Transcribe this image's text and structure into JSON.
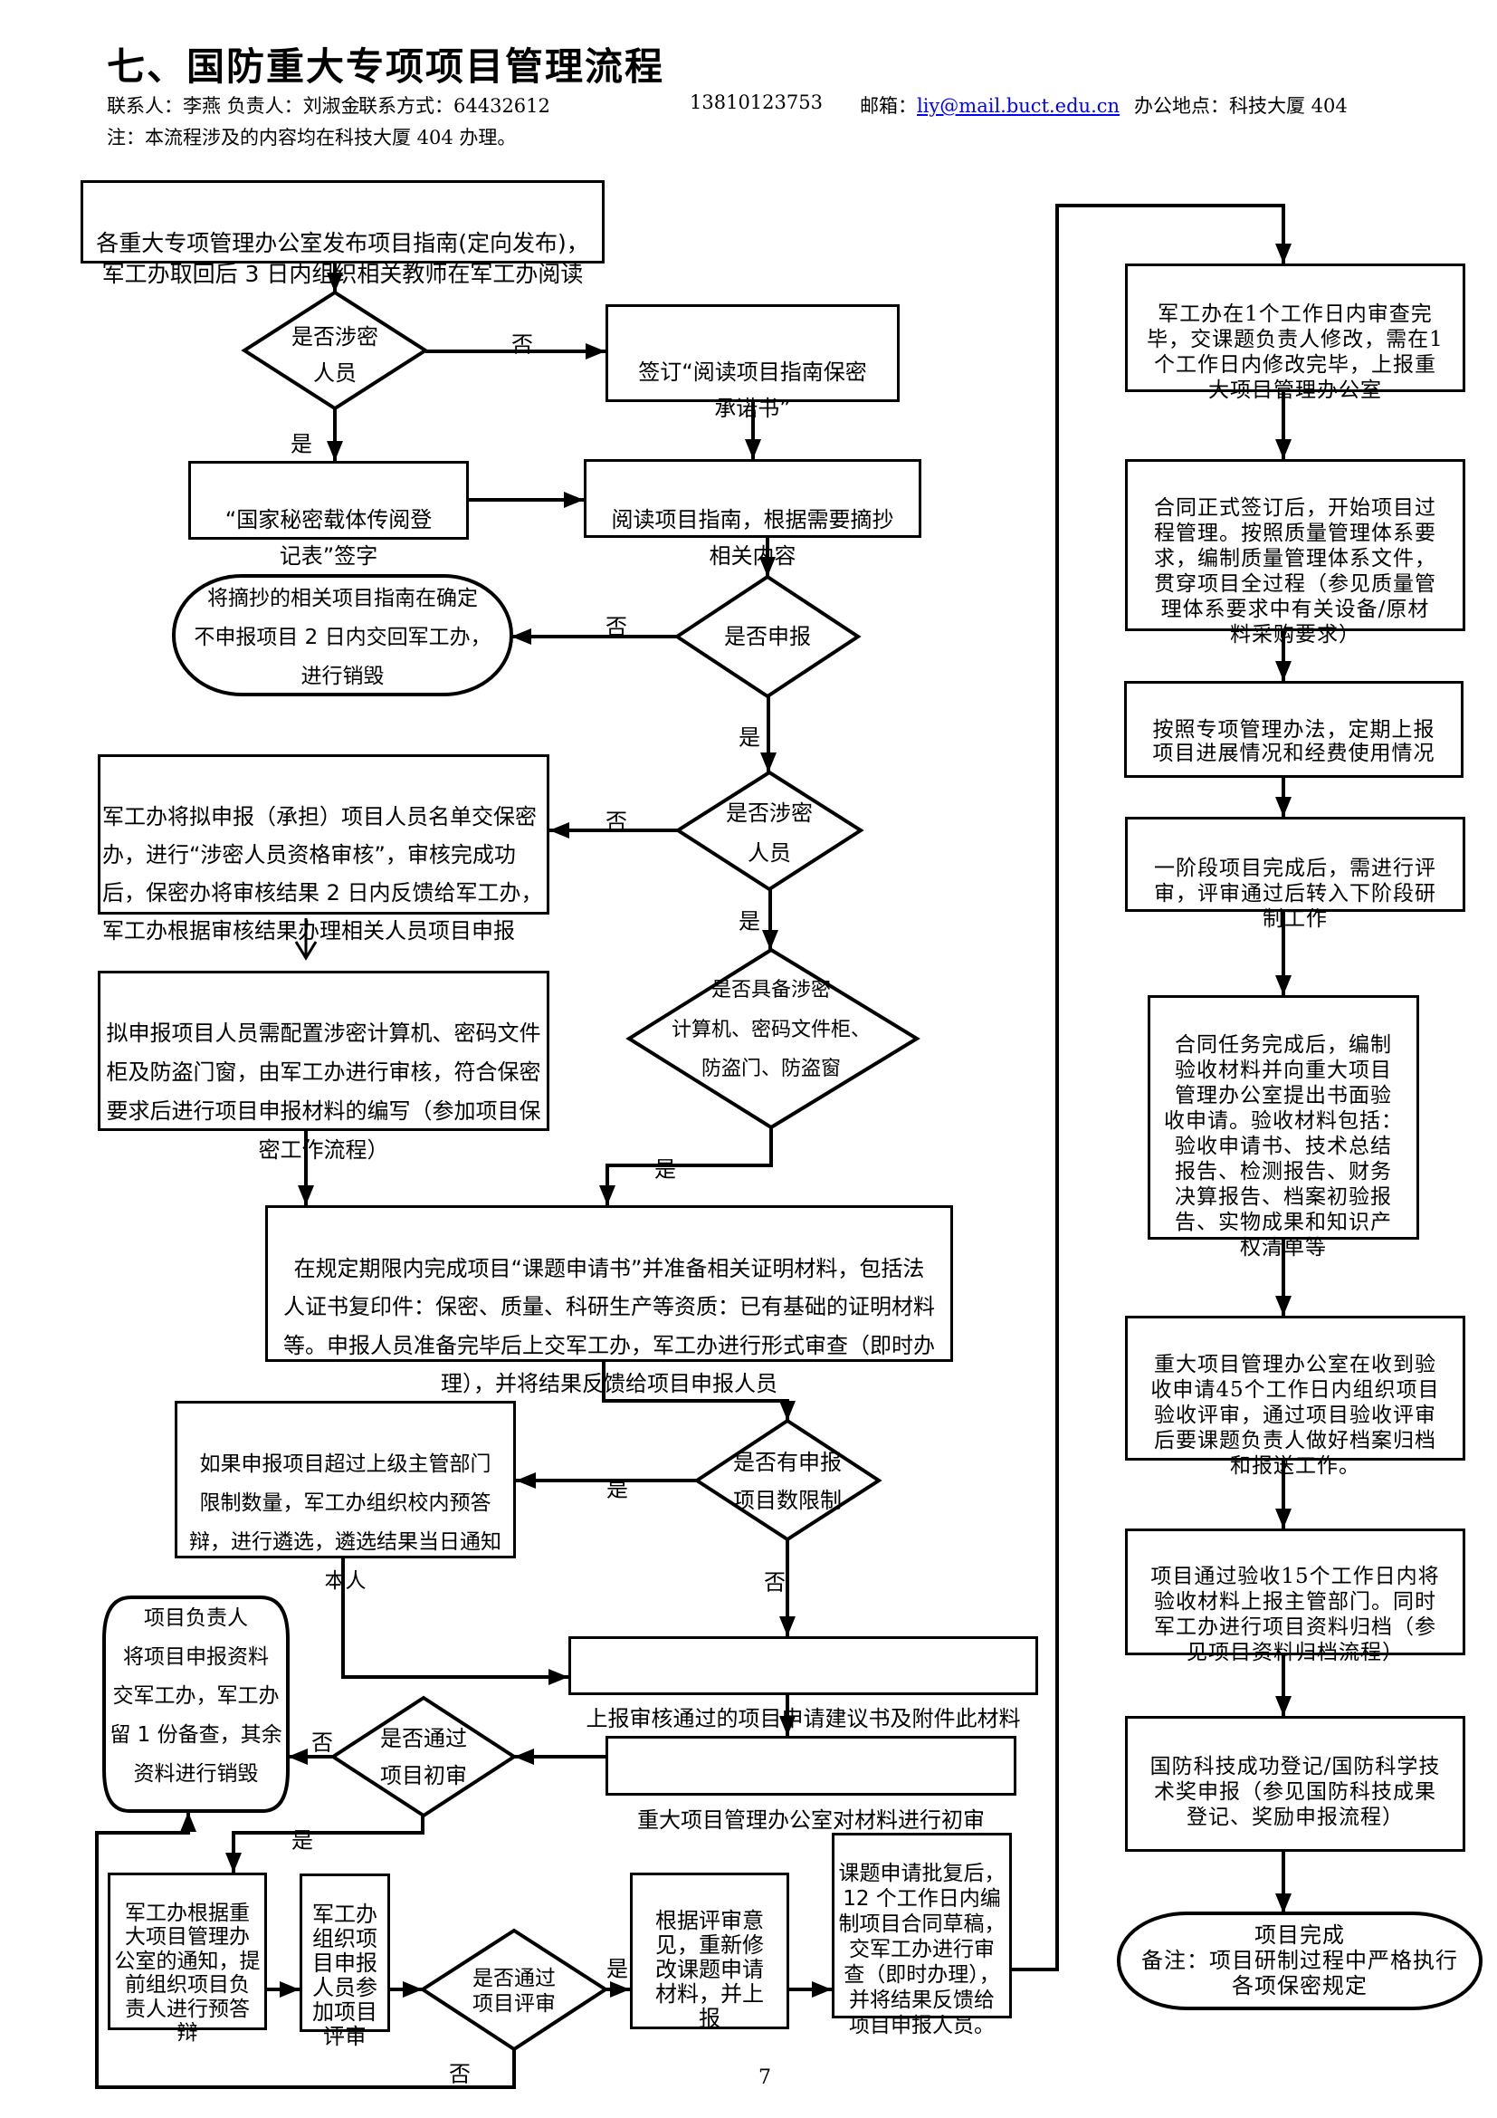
{
  "header": {
    "title": "七、国防重大专项项目管理流程",
    "contact_person_label": "联系人：",
    "contact_person": "李燕",
    "owner_label": "负责人：",
    "owner": "刘淑金",
    "phone_label": "联系方式：",
    "phone": "64432612",
    "mobile": "13810123753",
    "email_label": "邮箱：",
    "email": "liy@mail.buct.edu.cn",
    "office_label": "办公地点：",
    "office": "科技大厦 404",
    "note": "注：本流程涉及的内容均在科技大厦 404 办理。"
  },
  "labels": {
    "yes": "是",
    "no": "否"
  },
  "nodes": {
    "publish_guide": "各重大专项管理办公室发布项目指南(定向发布)，\n军工办取回后 3 日内组织相关教师在军工办阅读",
    "decision_classified_1": "是否涉密\n人员",
    "sign_commitment": "签订“阅读项目指南保密\n承诺书”",
    "sign_register": "“国家秘密载体传阅登\n记表”签字",
    "read_guide": "阅读项目指南，根据需要摘抄\n相关内容",
    "decision_apply": "是否申报",
    "return_destroy": "将摘抄的相关项目指南在确定\n不申报项目 2 日内交回军工办，\n进行销毁",
    "decision_classified_2": "是否涉密\n人员",
    "qualification_review": "军工办将拟申报（承担）项目人员名单交保密\n办，进行“涉密人员资格审核”，审核完成功\n后，保密办将审核结果 2 日内反馈给军工办，\n军工办根据审核结果办理相关人员项目申报",
    "equipment_config": "拟申报项目人员需配置涉密计算机、密码文件\n柜及防盗门窗，由军工办进行审核，符合保密\n要求后进行项目申报材料的编写（参加项目保\n密工作流程）",
    "decision_equipment": "是否具备涉密\n计算机、密码文件柜、\n防盗门、防盗窗",
    "prepare_application": "在规定期限内完成项目“课题申请书”并准备相关证明材料，包括法\n人证书复印件：保密、质量、科研生产等资质：已有基础的证明材料\n等。申报人员准备完毕后上交军工办，军工办进行形式审查（即时办\n理），并将结果反馈给项目申报人员",
    "decision_quota": "是否有申报\n项目数限制",
    "internal_selection": "如果申报项目超过上级主管部门\n限制数量，军工办组织校内预答\n辩，进行遴选，遴选结果当日通知\n本人",
    "submit_proposal": "上报审核通过的项目申请建议书及附件此材料",
    "preliminary_review": "重大项目管理办公室对材料进行初审",
    "decision_preliminary": "是否通过\n项目初审",
    "return_materials": "项目负责人\n将项目申报资料\n交军工办，军工办\n留 1 份备查，其余\n资料进行销毁",
    "pre_defense": "军工办根据重\n大项目管理办\n公室的通知，提\n前组织项目负\n责人进行预答\n辩",
    "organize_review": "军工办\n组织项\n目申报\n人员参\n加项目\n评审",
    "decision_review": "是否通过\n项目评审",
    "revise_application": "根据评审意\n见，重新修\n改课题申请\n材料，并上\n报",
    "draft_contract": "课题申请批复后，\n12 个工作日内编\n制项目合同草稿，\n交军工办进行审\n查（即时办理），\n并将结果反馈给\n项目申报人员。",
    "review_contract": "军工办在1个工作日内审查完\n毕，交课题负责人修改，需在1\n个工作日内修改完毕，上报重\n大项目管理办公室",
    "process_management": "合同正式签订后，开始项目过\n程管理。按照质量管理体系要\n求，编制质量管理体系文件，\n贯穿项目全过程（参见质量管\n理体系要求中有关设备/原材\n料采购要求）",
    "periodic_report": "按照专项管理办法，定期上报\n项目进展情况和经费使用情况",
    "stage_review": "一阶段项目完成后，需进行评\n审，评审通过后转入下阶段研\n制工作",
    "acceptance_application": "合同任务完成后，编制\n验收材料并向重大项目\n管理办公室提出书面验\n收申请。验收材料包括：\n验收申请书、技术总结\n报告、检测报告、财务\n决算报告、档案初验报\n告、实物成果和知识产\n权清单等",
    "acceptance_review": "重大项目管理办公室在收到验\n收申请45个工作日内组织项目\n验收评审，通过项目验收评审\n后要课题负责人做好档案归档\n和报送工作。",
    "archive": "项目通过验收15个工作日内将\n验收材料上报主管部门。同时\n军工办进行项目资料归档（参\n见项目资料归档流程）",
    "award_application": "国防科技成功登记/国防科学技\n术奖申报（参见国防科技成果\n登记、奖励申报流程）",
    "project_complete": "项目完成\n备注：项目研制过程中严格执行\n各项保密规定"
  },
  "page_number": "7"
}
